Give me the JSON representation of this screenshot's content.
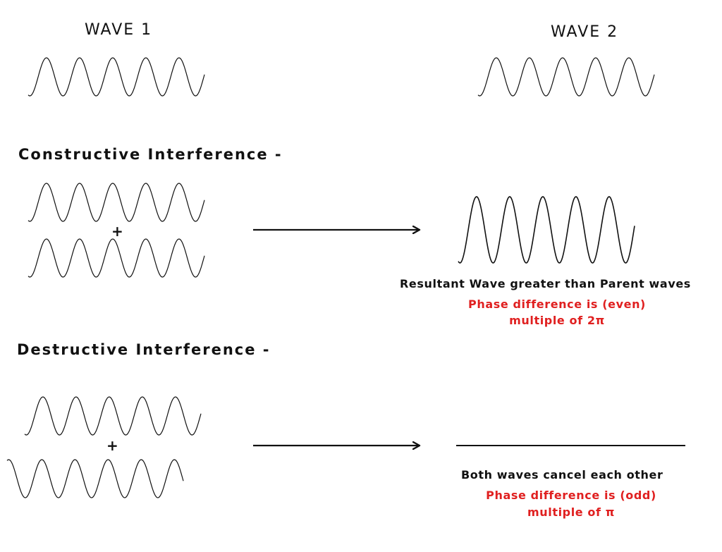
{
  "labels": {
    "wave1": "WAVE 1",
    "wave2": "WAVE 2"
  },
  "constructive": {
    "title": "Constructive Interference -",
    "plus": "+",
    "result_text": "Resultant Wave greater than Parent waves",
    "phase_line1": "Phase difference is (even)",
    "phase_line2": "multiple of 2π"
  },
  "destructive": {
    "title": "Destructive Interference -",
    "plus": "+",
    "result_text": "Both waves cancel each other",
    "phase_line1": "Phase difference is (odd)",
    "phase_line2": "multiple of π"
  },
  "colors": {
    "ink": "#111111",
    "accent": "#e02020"
  },
  "icons": {
    "arrow": "right-arrow-icon"
  }
}
